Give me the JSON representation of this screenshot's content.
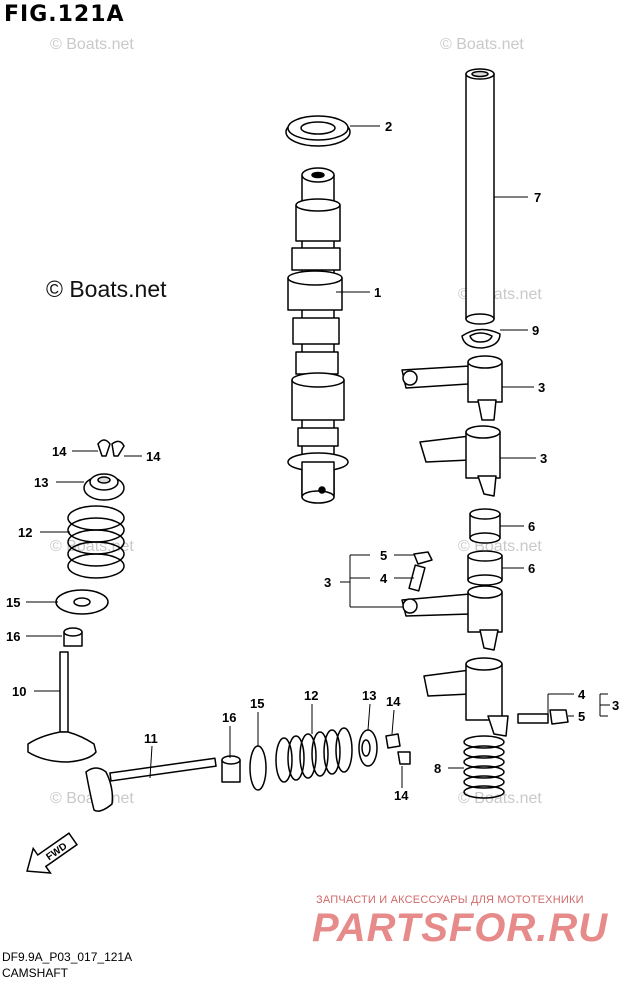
{
  "figure_title": "FIG.121A",
  "watermark": "© Boats.net",
  "main_watermark": "© Boats.net",
  "footer": {
    "code": "DF9.9A_P03_017_121A",
    "caption": "CAMSHAFT"
  },
  "promo": {
    "tagline": "ЗАПЧАСТИ И АКСЕССУАРЫ ДЛЯ МОТОТЕХНИКИ",
    "logo": "PARTSFOR.RU"
  },
  "arrow_label": "FWD",
  "callouts": {
    "c1": "1",
    "c2": "2",
    "c3a": "3",
    "c3b": "3",
    "c3c": "3",
    "c3d": "3",
    "c4a": "4",
    "c4b": "4",
    "c5a": "5",
    "c5b": "5",
    "c6a": "6",
    "c6b": "6",
    "c7": "7",
    "c8": "8",
    "c9": "9",
    "c10": "10",
    "c11": "11",
    "c12a": "12",
    "c12b": "12",
    "c13a": "13",
    "c13b": "13",
    "c14a": "14",
    "c14b": "14",
    "c14c": "14",
    "c14d": "14",
    "c15a": "15",
    "c15b": "15",
    "c16a": "16",
    "c16b": "16"
  },
  "colors": {
    "line": "#000000",
    "watermark": "#c9c9c9",
    "promo": "#e68a8a"
  }
}
